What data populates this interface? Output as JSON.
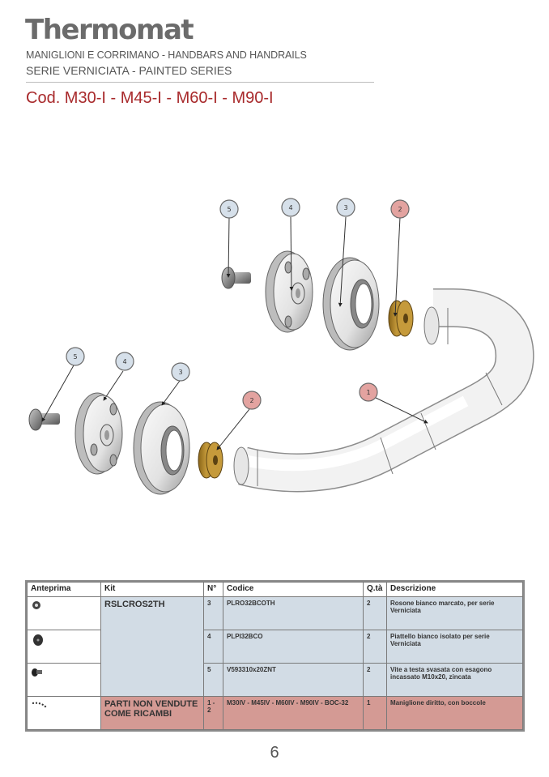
{
  "header": {
    "brand": "Thermomat",
    "subtitle_line1": "MANIGLIONI E CORRIMANO - HANDBARS AND HANDRAILS",
    "subtitle_line2": "SERIE VERNICIATA - PAINTED SERIES",
    "code_title": "Cod. M30-I - M45-I - M60-I - M90-I"
  },
  "diagram": {
    "callouts": [
      {
        "label": "5",
        "type": "kit"
      },
      {
        "label": "4",
        "type": "kit"
      },
      {
        "label": "3",
        "type": "kit"
      },
      {
        "label": "2",
        "type": "not-sold"
      },
      {
        "label": "5",
        "type": "kit"
      },
      {
        "label": "4",
        "type": "kit"
      },
      {
        "label": "3",
        "type": "kit"
      },
      {
        "label": "2",
        "type": "not-sold"
      },
      {
        "label": "1",
        "type": "not-sold"
      }
    ],
    "colors": {
      "kit": "#d6e0ea",
      "not-sold": "#e3a3a0",
      "bushing": "#b8892e"
    }
  },
  "table": {
    "headers": [
      "Anteprima",
      "Kit",
      "N°",
      "Codice",
      "Q.tà",
      "Descrizione"
    ],
    "kits": [
      {
        "kit": "RSLCROS2TH",
        "style": "blue",
        "rows": [
          {
            "preview": "rosette-icon",
            "n": "3",
            "code": "PLRO32BCOTH",
            "qty": "2",
            "description": "Rosone bianco marcato, per serie Verniciata"
          },
          {
            "preview": "plate-icon",
            "n": "4",
            "code": "PLPI32BCO",
            "qty": "2",
            "description": "Piattello bianco isolato per serie Verniciata"
          },
          {
            "preview": "screw-icon",
            "n": "5",
            "code": "V593310x20ZNT",
            "qty": "2",
            "description": "Vite a testa svasata con esagono incassato M10x20, zincata"
          }
        ]
      },
      {
        "kit": "PARTI NON VENDUTE COME RICAMBI",
        "style": "red",
        "rows": [
          {
            "preview": "handle-icon",
            "n": "1 - 2",
            "code": "M30IV - M45IV - M60IV - M90IV - BOC-32",
            "qty": "1",
            "description": "Maniglione diritto, con boccole"
          }
        ]
      }
    ]
  },
  "footer": {
    "page_number": "6"
  }
}
